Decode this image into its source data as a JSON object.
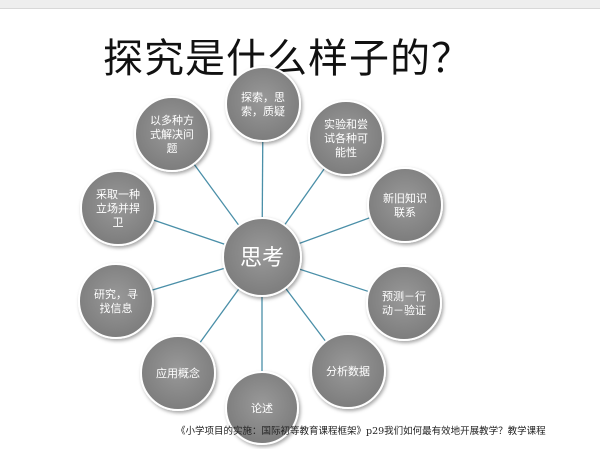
{
  "title": "探究是什么样子的？",
  "center": "思考",
  "nodes": [
    [
      "探索，思",
      "索，质疑"
    ],
    [
      "实验和尝",
      "试各种可",
      "能性"
    ],
    [
      "新旧知识",
      "联系"
    ],
    [
      "预测－行",
      "动－验证"
    ],
    [
      "分析数据"
    ],
    [
      "论述"
    ],
    [
      "应用概念"
    ],
    [
      "研究，寻",
      "找信息"
    ],
    [
      "采取一种",
      "立场并捍",
      "卫"
    ],
    [
      "以多种方",
      "式解决问",
      "题"
    ]
  ],
  "caption": "《小学项目的实施：国际初等教育课程框架》p29我们如何最有效地开展教学？教学课程",
  "colors": {
    "node_fill": "#8c8c8c",
    "node_stroke": "#ffffff",
    "connector": "#4a8fa8",
    "text": "#ffffff"
  }
}
